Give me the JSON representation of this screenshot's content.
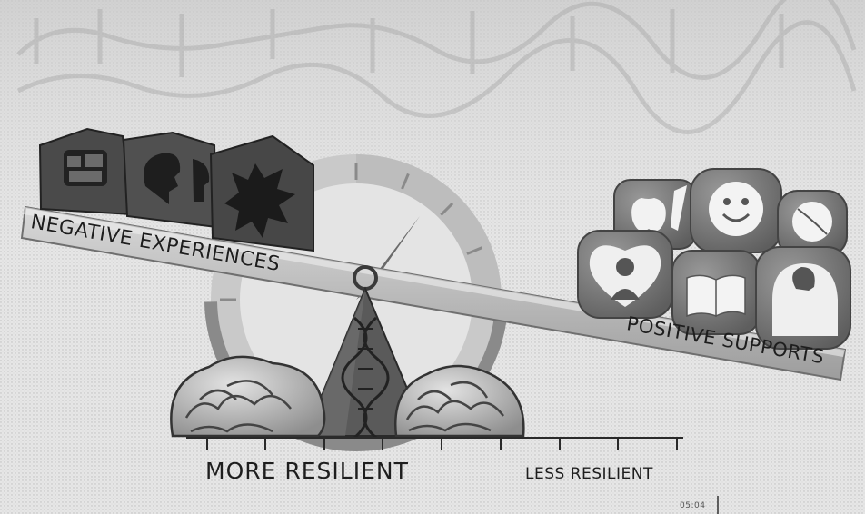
{
  "labels": {
    "negative": "NEGATIVE EXPERIENCES",
    "positive": "POSITIVE SUPPORTS",
    "more_resilient": "MORE RESILIENT",
    "less_resilient": "LESS RESILIENT",
    "corner_mark": "05:04"
  },
  "icons": {
    "negative": [
      "fractured-family-icon",
      "head-profiles-icon",
      "conflict-figures-icon"
    ],
    "positive": [
      "apple-carrot-icon",
      "smiley-face-icon",
      "ball-icon",
      "heart-person-icon",
      "open-book-icon",
      "parent-child-icon"
    ],
    "fulcrum": "dna-icon",
    "brains": [
      "brain-left-icon",
      "brain-right-icon"
    ]
  },
  "colors": {
    "background": "#e9e9e9",
    "scale_bar": "#bdbdbd",
    "negative_blocks": "#4a4a4a",
    "positive_blocks": "#7a7a7a",
    "gauge": "#a9a9a9",
    "fulcrum": "#585858",
    "brain": "#b8b8b8"
  },
  "gauge": {
    "tick_count": 9
  }
}
